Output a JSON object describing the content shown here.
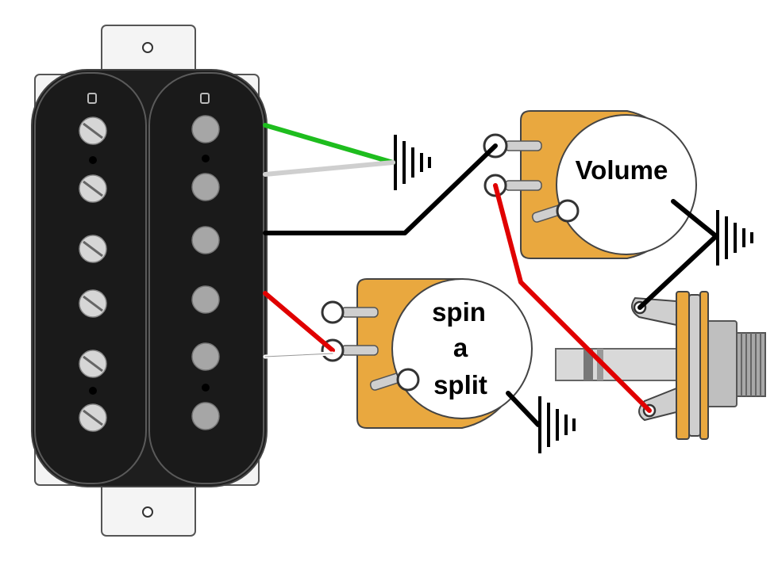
{
  "labels": {
    "volume": "Volume",
    "split_line1": "spin",
    "split_line2": "a",
    "split_line3": "split"
  },
  "colors": {
    "pickup_body": "#1e1e1e",
    "baseplate": "#f4f4f4",
    "pole_screw": "#d6d6d6",
    "pole_slug": "#a6a6a6",
    "pot_body": "#e9a83f",
    "pot_shaft": "#ffffff",
    "wire_green": "#1ebd1e",
    "wire_white": "#cfcfcf",
    "wire_black": "#000000",
    "wire_red": "#e00000",
    "jack_metal": "#bfbfbf"
  },
  "components": {
    "pickup": "humbucker-pickup",
    "volume_pot": "volume-pot",
    "split_pot": "spin-a-split-pot",
    "jack": "output-jack"
  }
}
